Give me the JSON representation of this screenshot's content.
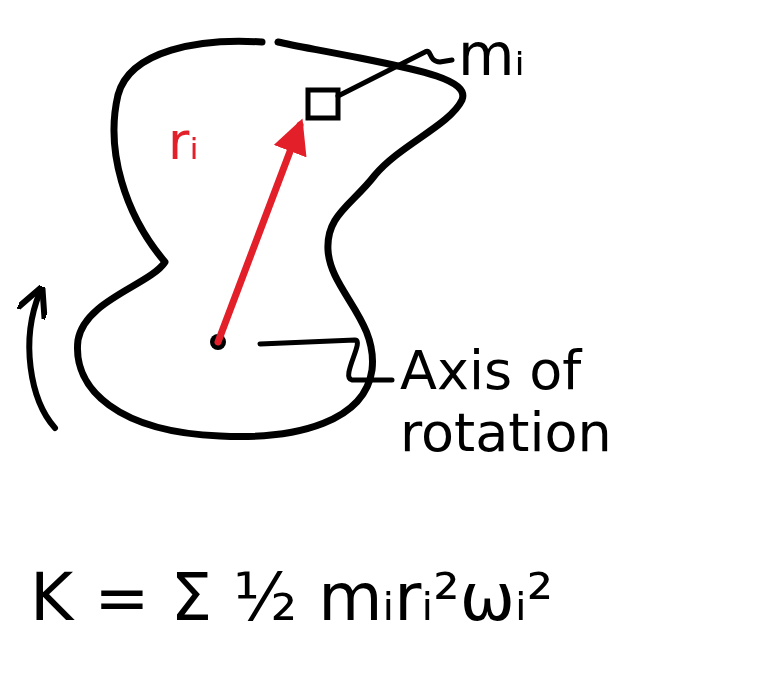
{
  "diagram": {
    "labels": [
      "mᵢ",
      "rᵢ",
      "Axis of rotation",
      "K = Σ ½ mᵢrᵢ²ωᵢ²"
    ]
  }
}
